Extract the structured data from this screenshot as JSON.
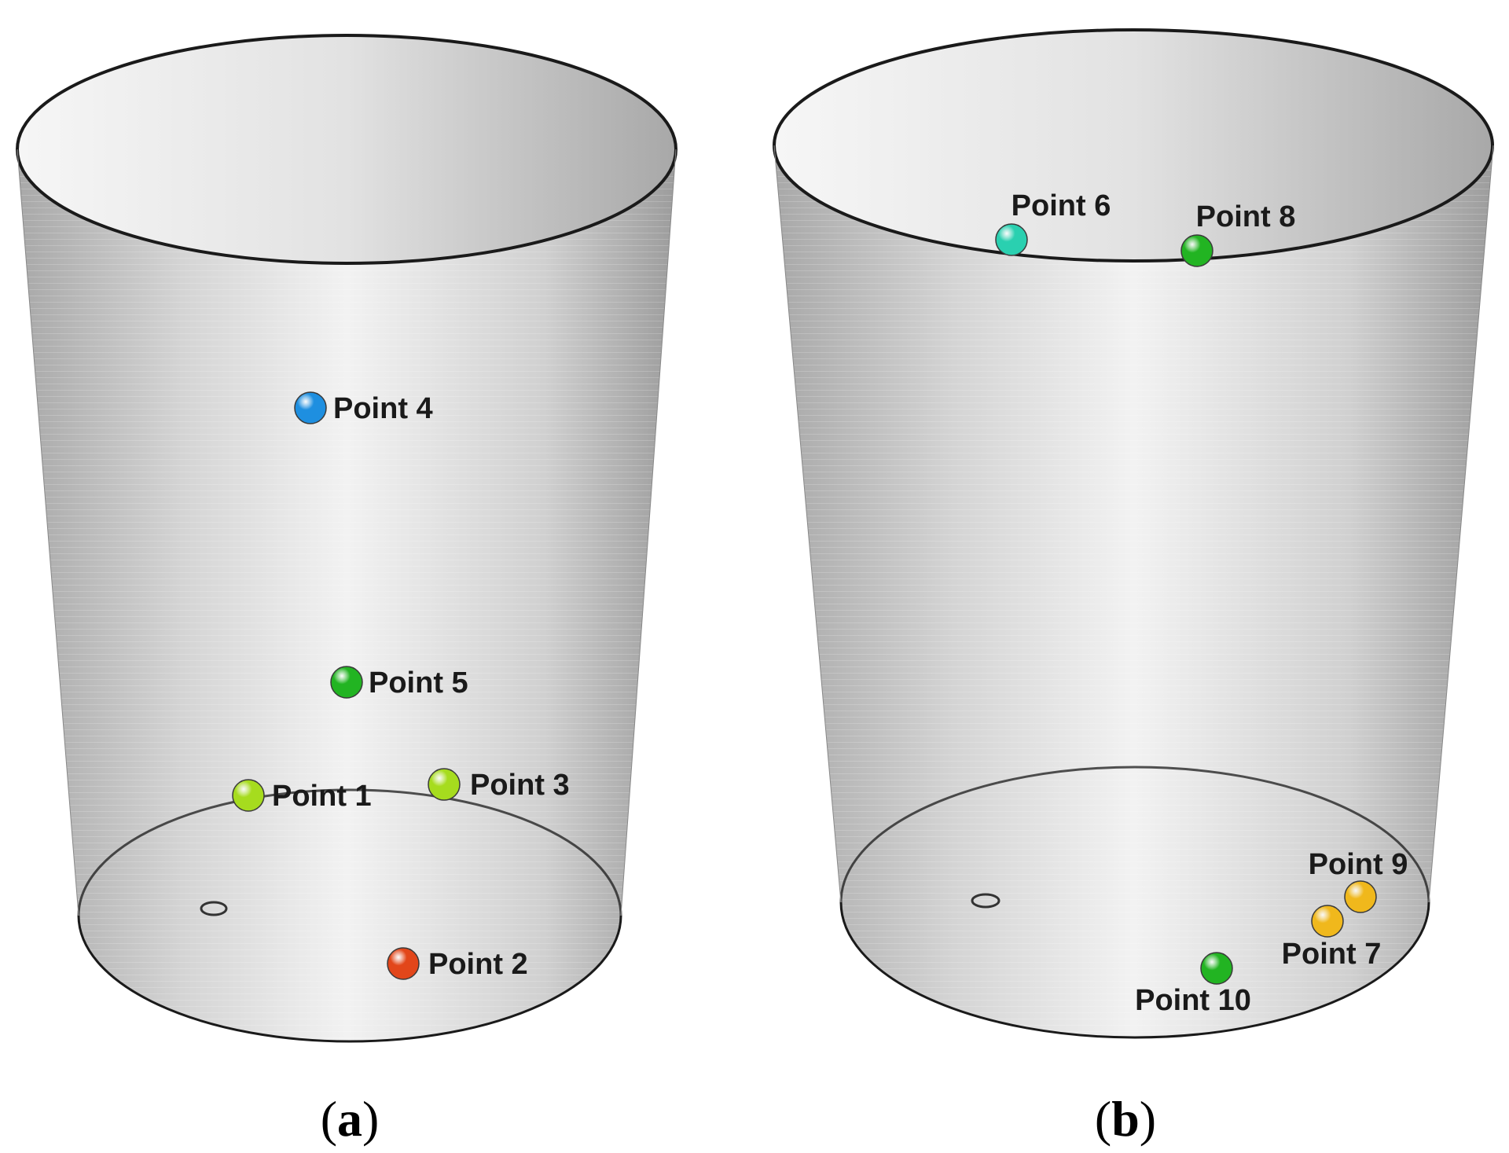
{
  "panels": [
    {
      "id": "a",
      "caption_letter": "a",
      "points": [
        {
          "label": "Point 4",
          "color": "#1e8fe0"
        },
        {
          "label": "Point 5",
          "color": "#22b422"
        },
        {
          "label": "Point 1",
          "color": "#a6dc1e"
        },
        {
          "label": "Point 3",
          "color": "#a6dc1e"
        },
        {
          "label": "Point 2",
          "color": "#e2461a"
        }
      ]
    },
    {
      "id": "b",
      "caption_letter": "b",
      "points": [
        {
          "label": "Point 6",
          "color": "#2ad0b0"
        },
        {
          "label": "Point 8",
          "color": "#22b422"
        },
        {
          "label": "Point 9",
          "color": "#f0b81c"
        },
        {
          "label": "Point 7",
          "color": "#f0b81c"
        },
        {
          "label": "Point 10",
          "color": "#22b422"
        }
      ]
    }
  ],
  "colors": {
    "vessel_outline": "#1a1a1a",
    "vessel_fill_light": "#f4f4f4",
    "vessel_fill_dark": "#9a9a9a"
  }
}
